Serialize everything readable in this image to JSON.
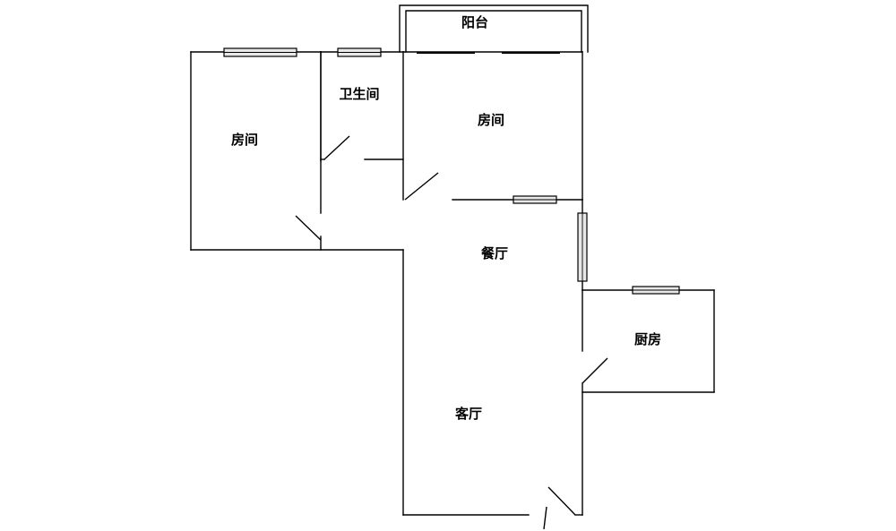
{
  "rooms": {
    "balcony": "阳台",
    "bedroom_left": "房间",
    "bathroom": "卫生间",
    "bedroom_right": "房间",
    "dining": "餐厅",
    "kitchen": "厨房",
    "living": "客厅"
  },
  "colors": {
    "wall": "#000000",
    "window_fill": "#e8e8e8",
    "background": "#ffffff"
  }
}
